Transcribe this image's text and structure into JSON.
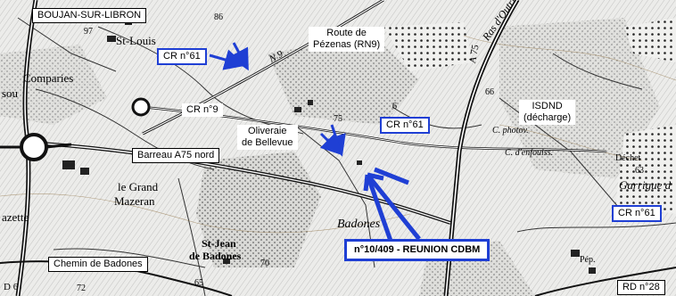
{
  "map": {
    "labels": {
      "commune": "BOUJAN-SUR-LIBRON",
      "cr61_a": "CR n°61",
      "route": "Route de\nPézenas (RN9)",
      "cr9": "CR n°9",
      "oliveraie": "Oliveraie\nde Bellevue",
      "cr61_b": "CR n°61",
      "isdnd": "ISDND\n(décharge)",
      "barreau": "Barreau A75 nord",
      "cr61_c": "CR n°61",
      "meeting": "n°10/409 - REUNION CDBM",
      "chemin": "Chemin de Badones",
      "rd28": "RD n°28"
    },
    "place_names": {
      "st_louis": "St-Louis",
      "comparies": "Comparies",
      "sou": "sou",
      "le_grand": "le Grand",
      "mazeran": "Mazeran",
      "azette": "azette",
      "st_jean": "St-Jean",
      "de_badones": "de Badones",
      "badones": "Badones",
      "photov": "C. photov.",
      "denfouiss": "C. d'enfouiss.",
      "dechet": "Déchet",
      "garrigue": "Garrigue d",
      "ras_doutrigue": "Ras d'Outrigue",
      "a75": "A 75",
      "n9": "N 9",
      "d": "D 6",
      "pep": "Pép."
    },
    "spot_heights": {
      "h86": "86",
      "h97": "97",
      "h75": "75",
      "h66": "66",
      "h70": "70",
      "h72": "72",
      "h65": "65",
      "h63": "63",
      "h6": "6"
    },
    "colors": {
      "label_blue": "#1f3fd4",
      "arrow_blue": "#1f3fd4",
      "road_black": "#111111"
    }
  }
}
